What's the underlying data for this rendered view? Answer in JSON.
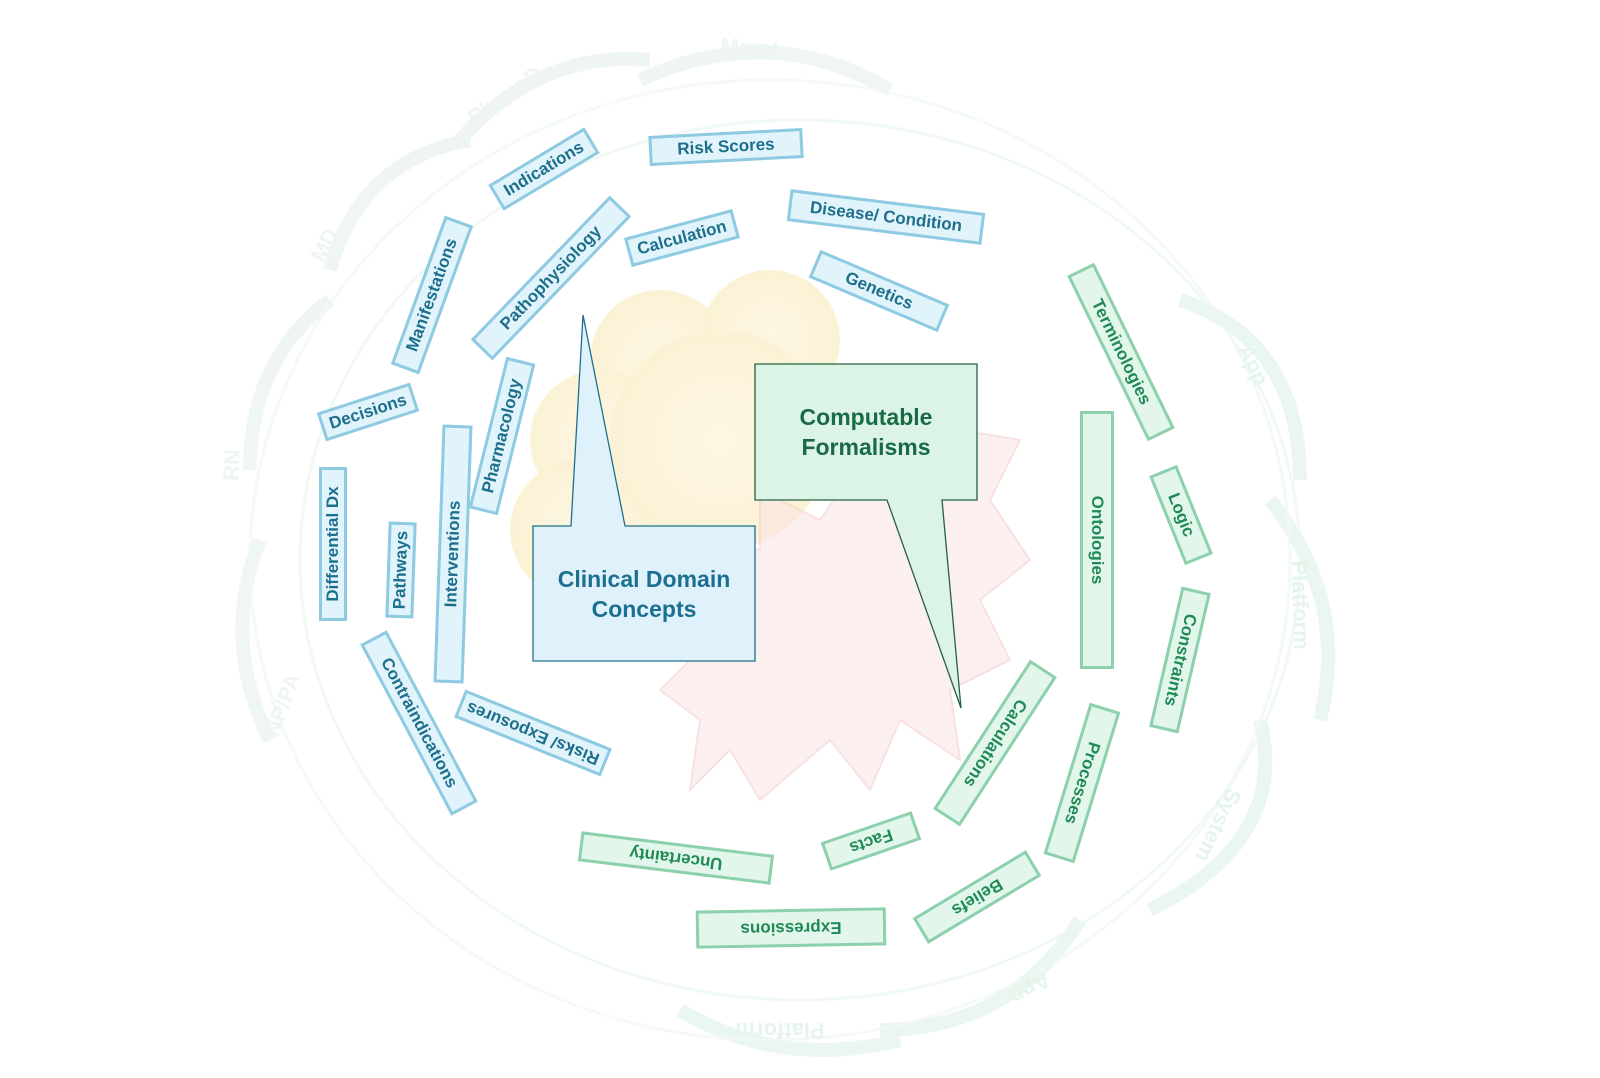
{
  "outer_ring_labels": [
    "Mgmt",
    "PharmD",
    "MD",
    "RN",
    "NP/PA",
    "App",
    "Platform",
    "System",
    "App",
    "Platform"
  ],
  "clinical_tags": [
    "Risk Scores",
    "Indications",
    "Disease/ Condition",
    "Calculation",
    "Genetics",
    "Pathophysiology",
    "Manifestations",
    "Pharmacology",
    "Decisions",
    "Interventions",
    "Differential Dx",
    "Pathways",
    "Contraindications",
    "Risks/ Exposures"
  ],
  "formalism_tags": [
    "Terminologies",
    "Ontologies",
    "Logic",
    "Constraints",
    "Calculations",
    "Processes",
    "Facts",
    "Beliefs",
    "Uncertainty",
    "Expressions"
  ],
  "callouts": {
    "clinical": "Clinical Domain Concepts",
    "clinical_line1": "Clinical Domain",
    "clinical_line2": "Concepts",
    "computable_line1": "Computable",
    "computable_line2": "Formalisms"
  },
  "colors": {
    "clinical_fill": "#e2f4fb",
    "clinical_border": "#8ecae1",
    "clinical_text": "#1d6f8c",
    "formalism_fill": "#e3f6ec",
    "formalism_border": "#8cd1ab",
    "formalism_text": "#1f8a56"
  }
}
